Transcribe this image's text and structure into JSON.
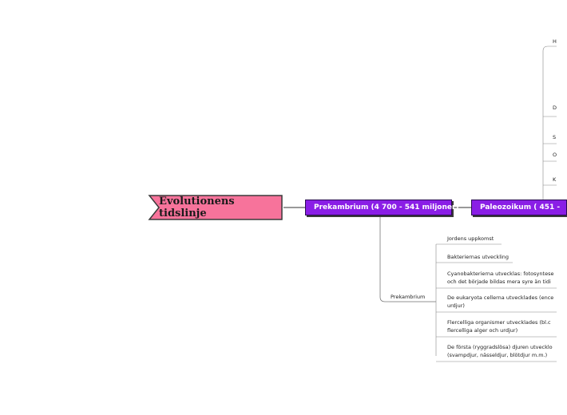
{
  "title": "Evolutionens tidslinje",
  "eras": [
    {
      "label": "Prekambrium (4 700 - 541 miljoner)"
    },
    {
      "label": "Paleozoikum  ( 451 -"
    }
  ],
  "prekambrium_group": {
    "label": "Prekambrium",
    "items": [
      {
        "lines": [
          "Jordens uppkomst"
        ]
      },
      {
        "lines": [
          "Bakteriernas utveckling"
        ]
      },
      {
        "lines": [
          "Cyanobakterierna utvecklas: fotosyntese",
          "och det började bildas mera syre än tidi"
        ]
      },
      {
        "lines": [
          "De eukaryota cellerna utvecklades (ence",
          "urdjur)"
        ]
      },
      {
        "lines": [
          "Flercelliga organismer utvecklades  (bl.c",
          "flercelliga alger och urdjur)"
        ]
      },
      {
        "lines": [
          "De första (ryggradslösa) djuren utvecklo",
          "(svampdjur, nässeldjur, blötdjur m.m.)"
        ]
      }
    ]
  },
  "paleozoic_branch_initials": [
    "H",
    "D",
    "S",
    "O",
    "K"
  ],
  "colors": {
    "root_fill": "#f7739b",
    "era_fill": "#8a1ee6",
    "line": "#333333"
  }
}
